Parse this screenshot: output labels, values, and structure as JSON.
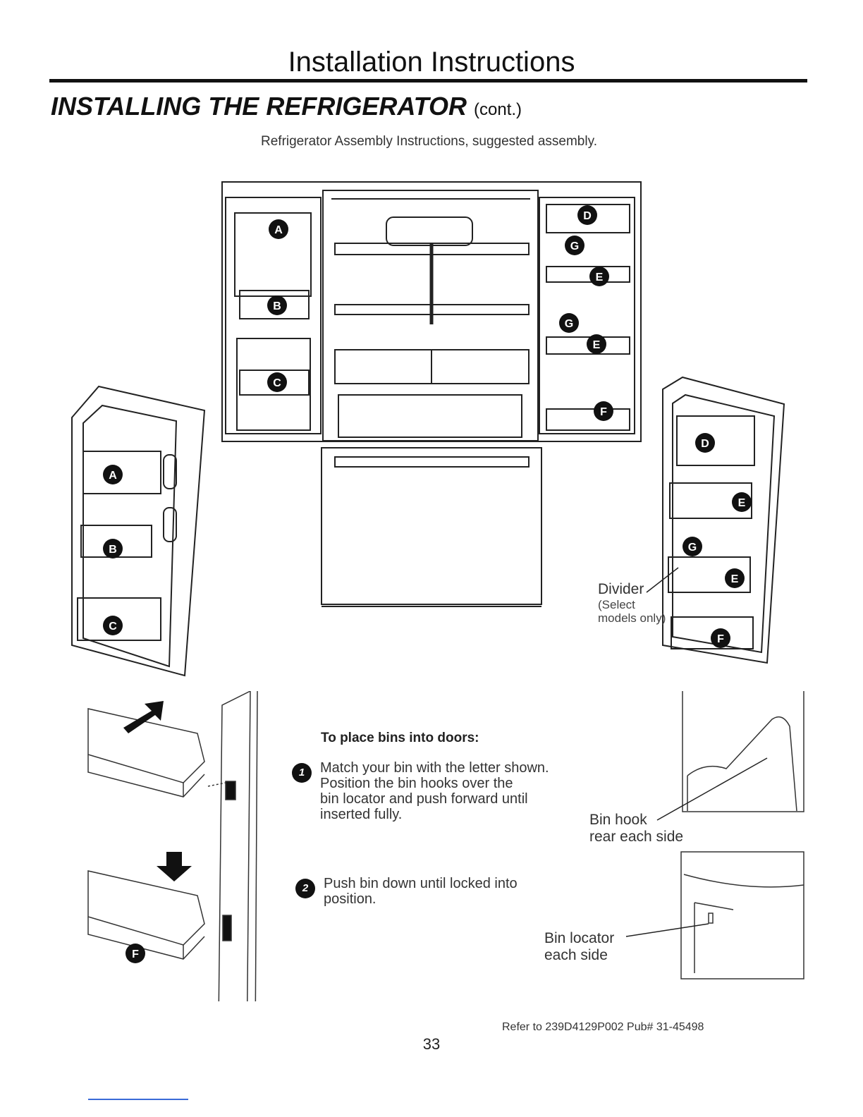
{
  "header": {
    "title": "Installation Instructions"
  },
  "section": {
    "title": "INSTALLING THE REFRIGERATOR",
    "suffix": "(cont.)"
  },
  "subtitle": "Refrigerator Assembly Instructions, suggested assembly.",
  "bin_letters": [
    "A",
    "B",
    "C",
    "D",
    "E",
    "F",
    "G"
  ],
  "labels": {
    "divider": "Divider",
    "divider_note_1": "(Select",
    "divider_note_2": "models only)",
    "bin_hook_1": "Bin hook",
    "bin_hook_2": "rear each side",
    "bin_locator_1": "Bin locator",
    "bin_locator_2": "each side"
  },
  "instructions": {
    "heading": "To place bins into doors:",
    "steps": [
      {
        "number": "1",
        "lines": [
          "Match your bin with the letter shown.",
          "Position the bin hooks over the",
          "bin locator and push forward until",
          "inserted fully."
        ]
      },
      {
        "number": "2",
        "lines": [
          "Push bin down until locked into",
          "position."
        ]
      }
    ]
  },
  "footer": {
    "reference": "Refer to 239D4129P002 Pub# 31-45498",
    "page_number": "33"
  }
}
